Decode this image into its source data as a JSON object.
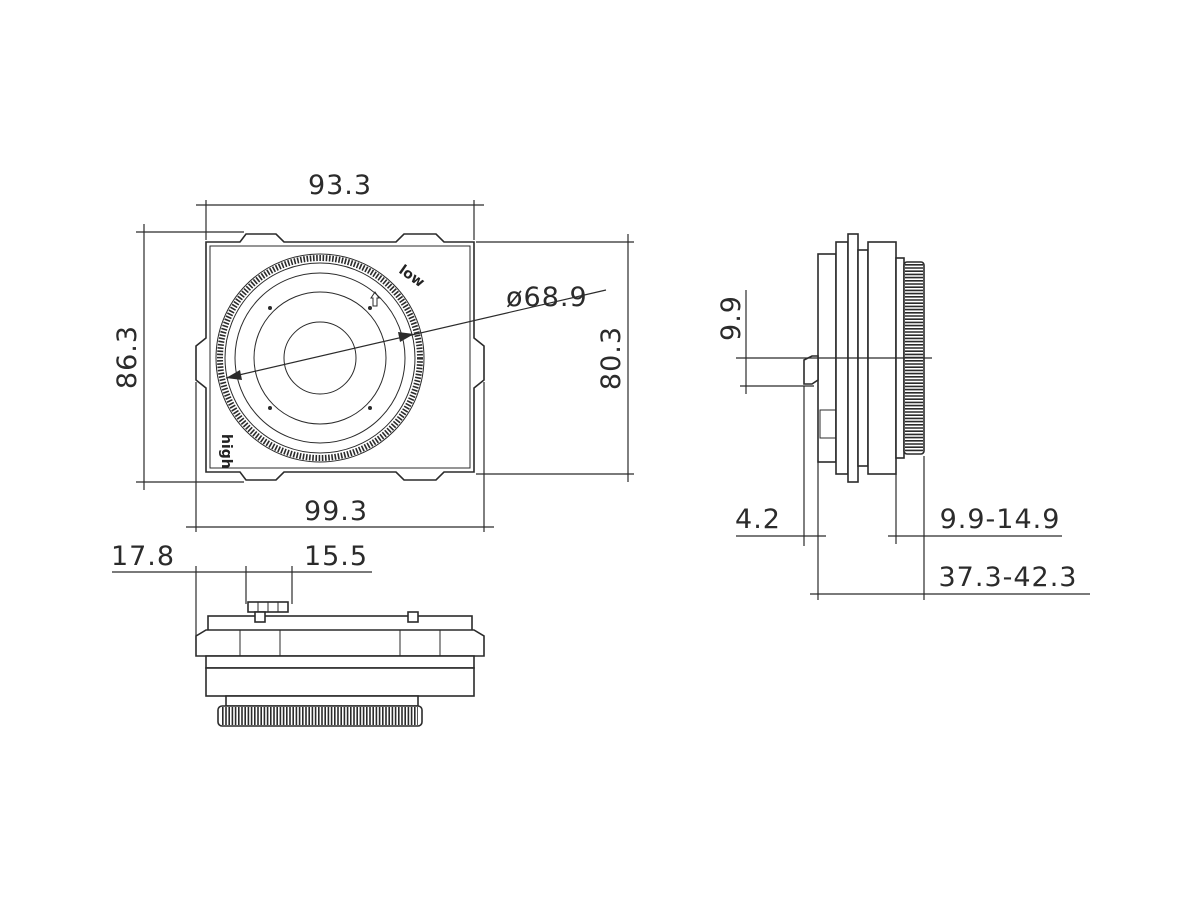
{
  "front_view": {
    "width_top": "93.3",
    "width_bottom": "99.3",
    "height_left": "86.3",
    "height_right": "80.3",
    "diameter": "ø68.9",
    "marking_low": "low",
    "marking_high": "high"
  },
  "bottom_view": {
    "offset_left": "17.8",
    "offset_right": "15.5"
  },
  "side_view": {
    "height_connector": "9.9",
    "depth_small": "4.2",
    "depth_knob": "9.9-14.9",
    "depth_total": "37.3-42.3"
  }
}
